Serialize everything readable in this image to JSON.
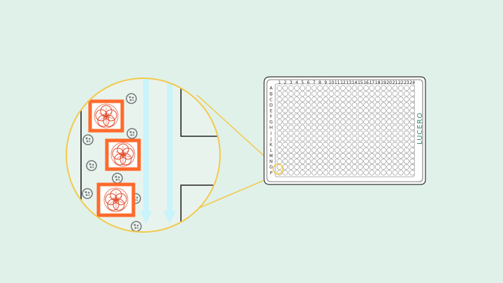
{
  "plate": {
    "columns": [
      "1",
      "2",
      "3",
      "4",
      "5",
      "6",
      "7",
      "8",
      "9",
      "10",
      "11",
      "12",
      "13",
      "14",
      "15",
      "16",
      "17",
      "18",
      "19",
      "20",
      "21",
      "22",
      "23",
      "24"
    ],
    "rows": [
      "A",
      "B",
      "C",
      "D",
      "E",
      "F",
      "G",
      "H",
      "I",
      "J",
      "K",
      "L",
      "M",
      "N",
      "O",
      "P"
    ],
    "brand": "LUCERO",
    "highlight_well": {
      "row": "O",
      "column": "1"
    }
  },
  "colors": {
    "background": "#e0f1e9",
    "callout": "#f2c94c",
    "flow_arrow": "#c8f4fa",
    "target_box": "#ff6a2b",
    "target_cell": "#e04a2a",
    "cell": "#7d8a86",
    "brand": "#2f8a6e"
  },
  "icons": {
    "flow": "down-arrow-icon",
    "cell": "cell-icon",
    "target": "target-cell-icon"
  }
}
